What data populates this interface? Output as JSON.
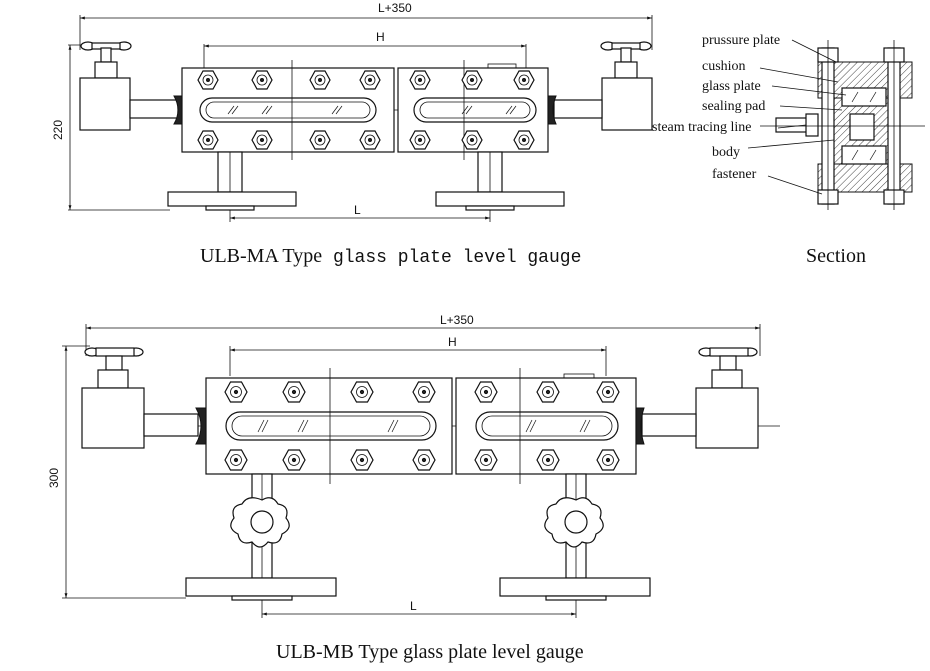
{
  "top_view": {
    "caption_bold": "ULB-MA",
    "caption_rest_a": " Type",
    "caption_rest_b": " glass plate level gauge",
    "dim_total": "L+350",
    "dim_h": "H",
    "dim_l": "L",
    "dim_height": "220"
  },
  "bottom_view": {
    "caption": "ULB-MB Type glass plate level gauge",
    "dim_total": "L+350",
    "dim_h": "H",
    "dim_l": "L",
    "dim_height": "300"
  },
  "section_view": {
    "caption": "Section",
    "labels": [
      "prussure plate",
      "cushion",
      "glass plate",
      "sealing pad",
      "steam tracing line",
      "body",
      "fastener"
    ]
  }
}
